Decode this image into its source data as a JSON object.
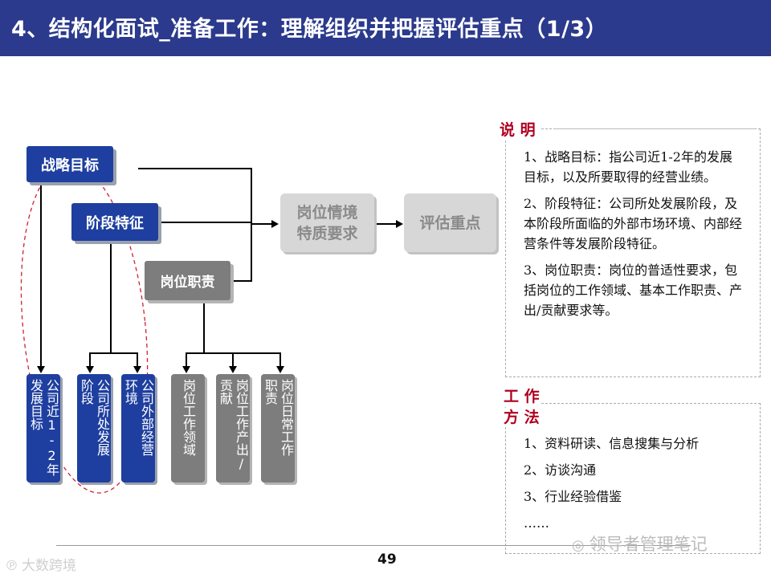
{
  "header": {
    "title": "4、结构化面试_准备工作：理解组织并把握评估重点（1/3）"
  },
  "diagram": {
    "box_strategy": "战略目标",
    "box_stage": "阶段特征",
    "box_duty": "岗位职责",
    "box_context": "岗位情境\n特质要求",
    "box_focus": "评估重点",
    "blue_leaves": [
      [
        "公司近1-2年",
        "发展目标"
      ],
      [
        "公司所处发展",
        "阶段"
      ],
      [
        "公司外部经营",
        "环境"
      ]
    ],
    "gray_leaves": [
      [
        "岗位工作领域"
      ],
      [
        "岗位工作产出/",
        "贡献"
      ],
      [
        "岗位日常工作",
        "职责"
      ]
    ]
  },
  "explain": {
    "title": "说 明",
    "items": [
      "1、战略目标：指公司近1-2年的发展目标，以及所要取得的经营业绩。",
      "2、阶段特征：公司所处发展阶段，及本阶段所面临的外部市场环境、内部经营条件等发展阶段特征。",
      "3、岗位职责：岗位的普适性要求，包括岗位的工作领域、基本工作职责、产出/贡献要求等。"
    ]
  },
  "method": {
    "title_line1": "工 作",
    "title_line2": "方 法",
    "items": [
      "1、资料研读、信息搜集与分析",
      "2、访谈沟通",
      "3、行业经验借鉴",
      "……"
    ]
  },
  "footer": {
    "page": "49",
    "watermark_right": "领导者管理笔记",
    "watermark_left": "大数跨境"
  },
  "colors": {
    "header_bg": "#2b3a8c",
    "blue": "#1e3fa0",
    "gray": "#7d7d7d",
    "accent_red": "#b00020"
  }
}
